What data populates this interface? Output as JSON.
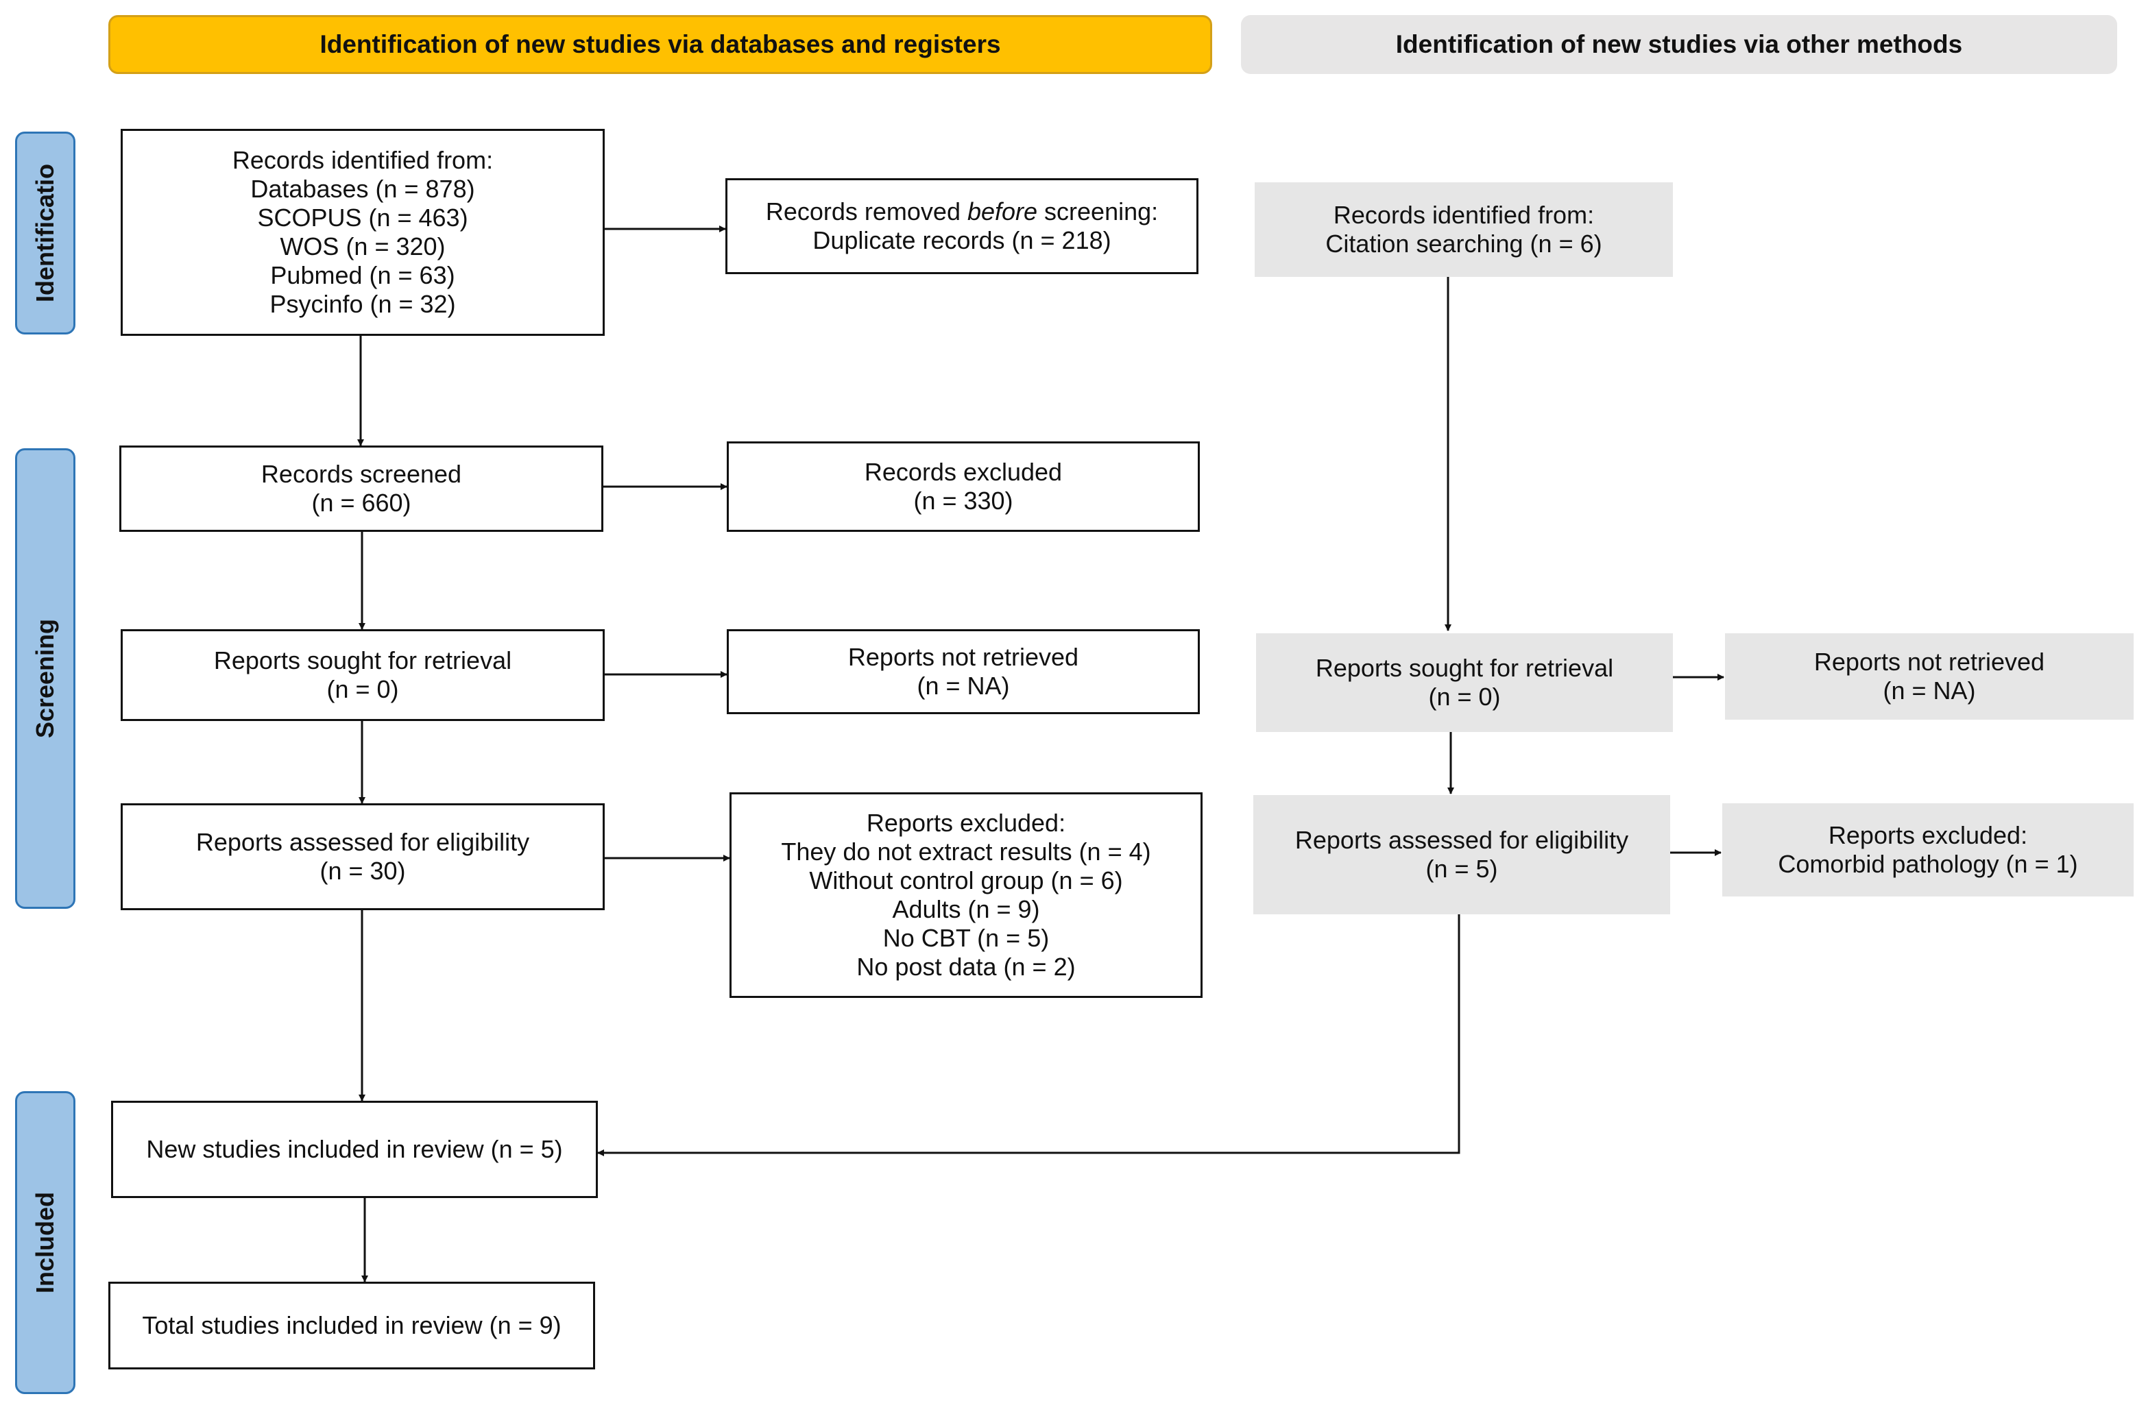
{
  "headers": {
    "databases": "Identification of new studies via databases and registers",
    "other": "Identification of new studies via other methods"
  },
  "stages": {
    "identification": "Identificatio",
    "screening": "Screening",
    "included": "Included"
  },
  "left": {
    "records_identified": {
      "title": "Records identified from:",
      "items": [
        "Databases (n = 878)",
        "SCOPUS (n = 463)",
        "WOS (n = 320)",
        "Pubmed (n = 63)",
        "Psycinfo (n = 32)"
      ]
    },
    "records_removed": {
      "title_pre": "Records removed ",
      "title_em": "before",
      "title_post": " screening:",
      "line2": "Duplicate records (n = 218)"
    },
    "records_screened": {
      "line1": "Records screened",
      "line2": "(n = 660)"
    },
    "records_excluded": {
      "line1": "Records excluded",
      "line2": "(n = 330)"
    },
    "reports_sought": {
      "line1": "Reports sought for retrieval",
      "line2": "(n = 0)"
    },
    "reports_not_retrieved": {
      "line1": "Reports not retrieved",
      "line2": "(n = NA)"
    },
    "reports_assessed": {
      "line1": "Reports assessed for eligibility",
      "line2": "(n = 30)"
    },
    "reports_excluded": {
      "title": "Reports excluded:",
      "items": [
        "They do not extract results (n = 4)",
        "Without control group (n = 6)",
        "Adults (n = 9)",
        "No CBT (n = 5)",
        "No post data (n = 2)"
      ]
    },
    "new_included": "New studies included in review (n = 5)",
    "total_included": "Total studies included in review (n = 9)"
  },
  "right": {
    "records_identified": {
      "line1": "Records identified from:",
      "line2": "Citation searching (n = 6)"
    },
    "reports_sought": {
      "line1": "Reports sought for retrieval",
      "line2": "(n = 0)"
    },
    "reports_not_retrieved": {
      "line1": "Reports not retrieved",
      "line2": "(n = NA)"
    },
    "reports_assessed": {
      "line1": "Reports assessed for eligibility",
      "line2": "(n = 5)"
    },
    "reports_excluded": {
      "line1": "Reports excluded:",
      "line2": "Comorbid pathology (n = 1)"
    }
  }
}
